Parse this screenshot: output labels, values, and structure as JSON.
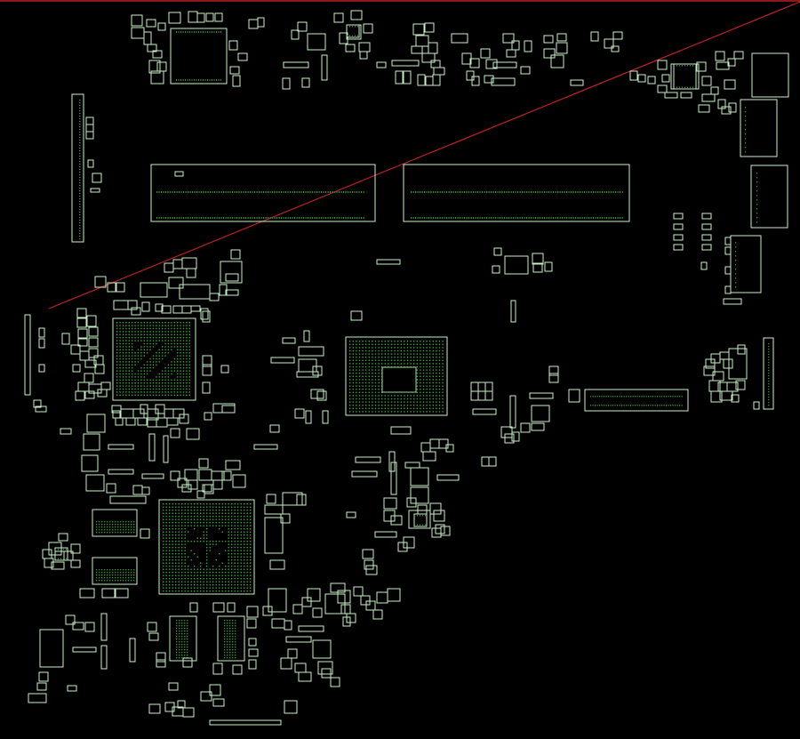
{
  "view": {
    "name": "pcb-boardview",
    "background": "#000000",
    "outline_color": "#d8f5d8",
    "pin_color": "#2f9a2f",
    "board_edge_color": "#c02020"
  },
  "components": {
    "bga_packages": 4,
    "connectors": [
      "dimm-slot-1",
      "dimm-slot-2",
      "vertical-connector-left",
      "vertical-connector-right",
      "horizontal-connector-right",
      "side-connector-left",
      "bottom-connector"
    ]
  }
}
